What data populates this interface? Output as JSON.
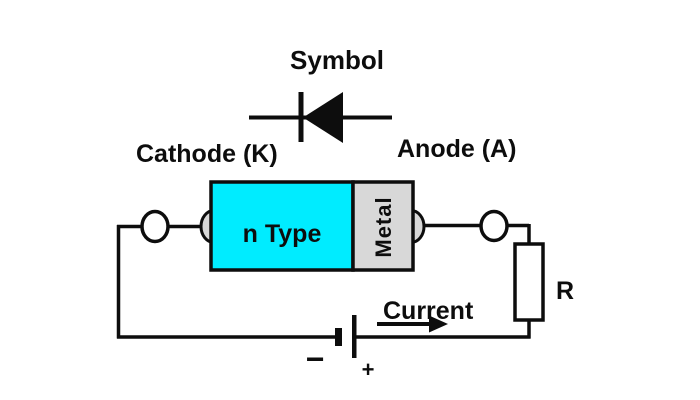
{
  "diagram": {
    "title": "Symbol",
    "labels": {
      "cathode": "Cathode (K)",
      "anode": "Anode (A)",
      "n_type": "n Type",
      "metal": "Metal",
      "resistor": "R",
      "current": "Current",
      "battery_negative": "−",
      "battery_positive": "+"
    }
  },
  "colors": {
    "background": "#FFFFFF",
    "n_type_fill": "#00ECFF",
    "metal_fill": "#D8D8D8",
    "bump_fill": "#D8D8D8",
    "terminal_fill": "#FFFFFF",
    "resistor_fill": "#FFFFFF",
    "line": "#0D0D0D"
  }
}
